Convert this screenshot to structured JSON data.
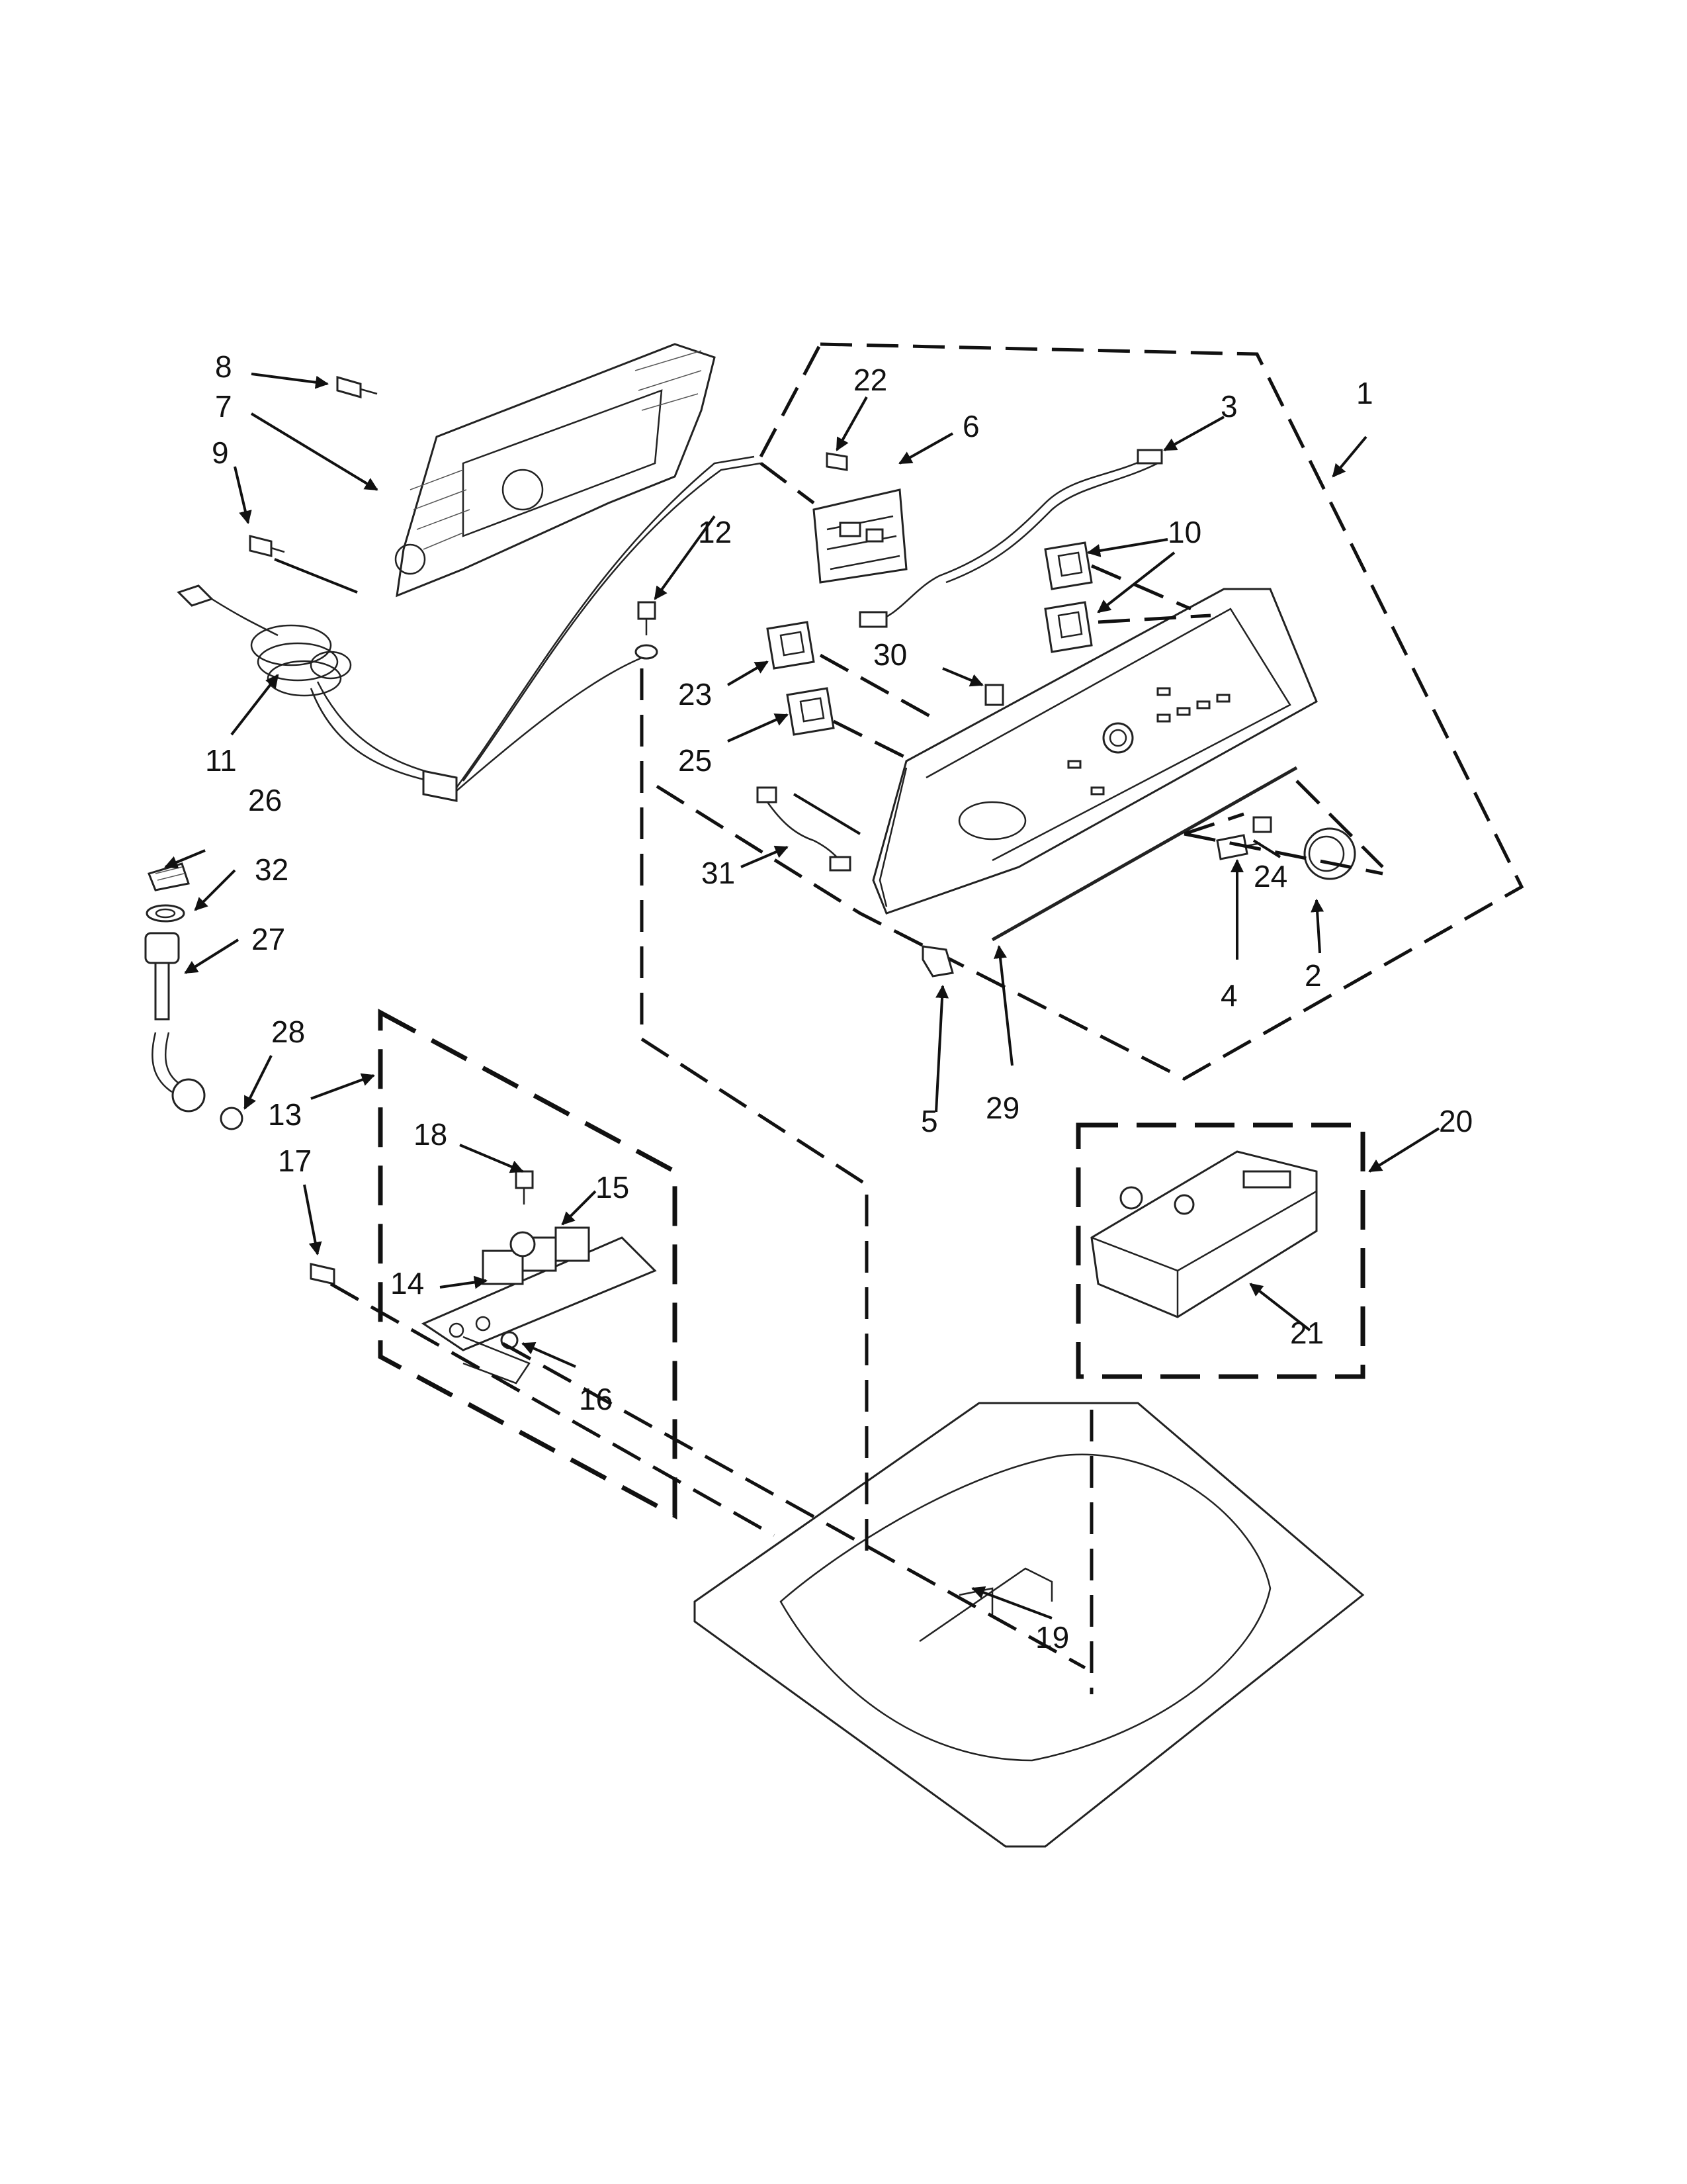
{
  "callouts": {
    "c1": "1",
    "c2": "2",
    "c3": "3",
    "c4": "4",
    "c5": "5",
    "c6": "6",
    "c7": "7",
    "c8": "8",
    "c9": "9",
    "c10": "10",
    "c11": "11",
    "c12": "12",
    "c13": "13",
    "c14": "14",
    "c15": "15",
    "c16": "16",
    "c17": "17",
    "c18": "18",
    "c19": "19",
    "c20": "20",
    "c21": "21",
    "c22": "22",
    "c23": "23",
    "c24": "24",
    "c25": "25",
    "c26": "26",
    "c27": "27",
    "c28": "28",
    "c29": "29",
    "c30": "30",
    "c31": "31",
    "c32": "32"
  },
  "colors": {
    "line": "#111111",
    "background": "#ffffff"
  }
}
